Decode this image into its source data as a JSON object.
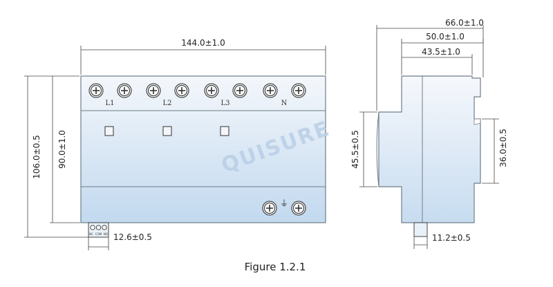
{
  "figure": {
    "caption": "Figure 1.2.1",
    "watermark": "QUISURE"
  },
  "front_view": {
    "width_dim": "144.0±1.0",
    "height_dim": "106.0±0.5",
    "inner_height_dim": "90.0±1.0",
    "connector_dim": "12.6±0.5",
    "terminals": [
      "L1",
      "L2",
      "L3",
      "N"
    ],
    "earth_symbol": "⏚",
    "connector_pins": [
      "NC",
      "COM",
      "NO"
    ]
  },
  "side_view": {
    "total_depth_dim": "66.0±1.0",
    "mid_depth_dim": "50.0±1.0",
    "body_depth_dim": "43.5±1.0",
    "front_height_dim": "45.5±0.5",
    "rail_height_dim": "36.0±0.5",
    "foot_dim": "11.2±0.5"
  },
  "colors": {
    "body_top": "#f3f6fb",
    "body_bottom": "#bcd6ee",
    "outline": "#6f7d8a",
    "dim_line": "#444444",
    "watermark": "#b9cfe6"
  }
}
